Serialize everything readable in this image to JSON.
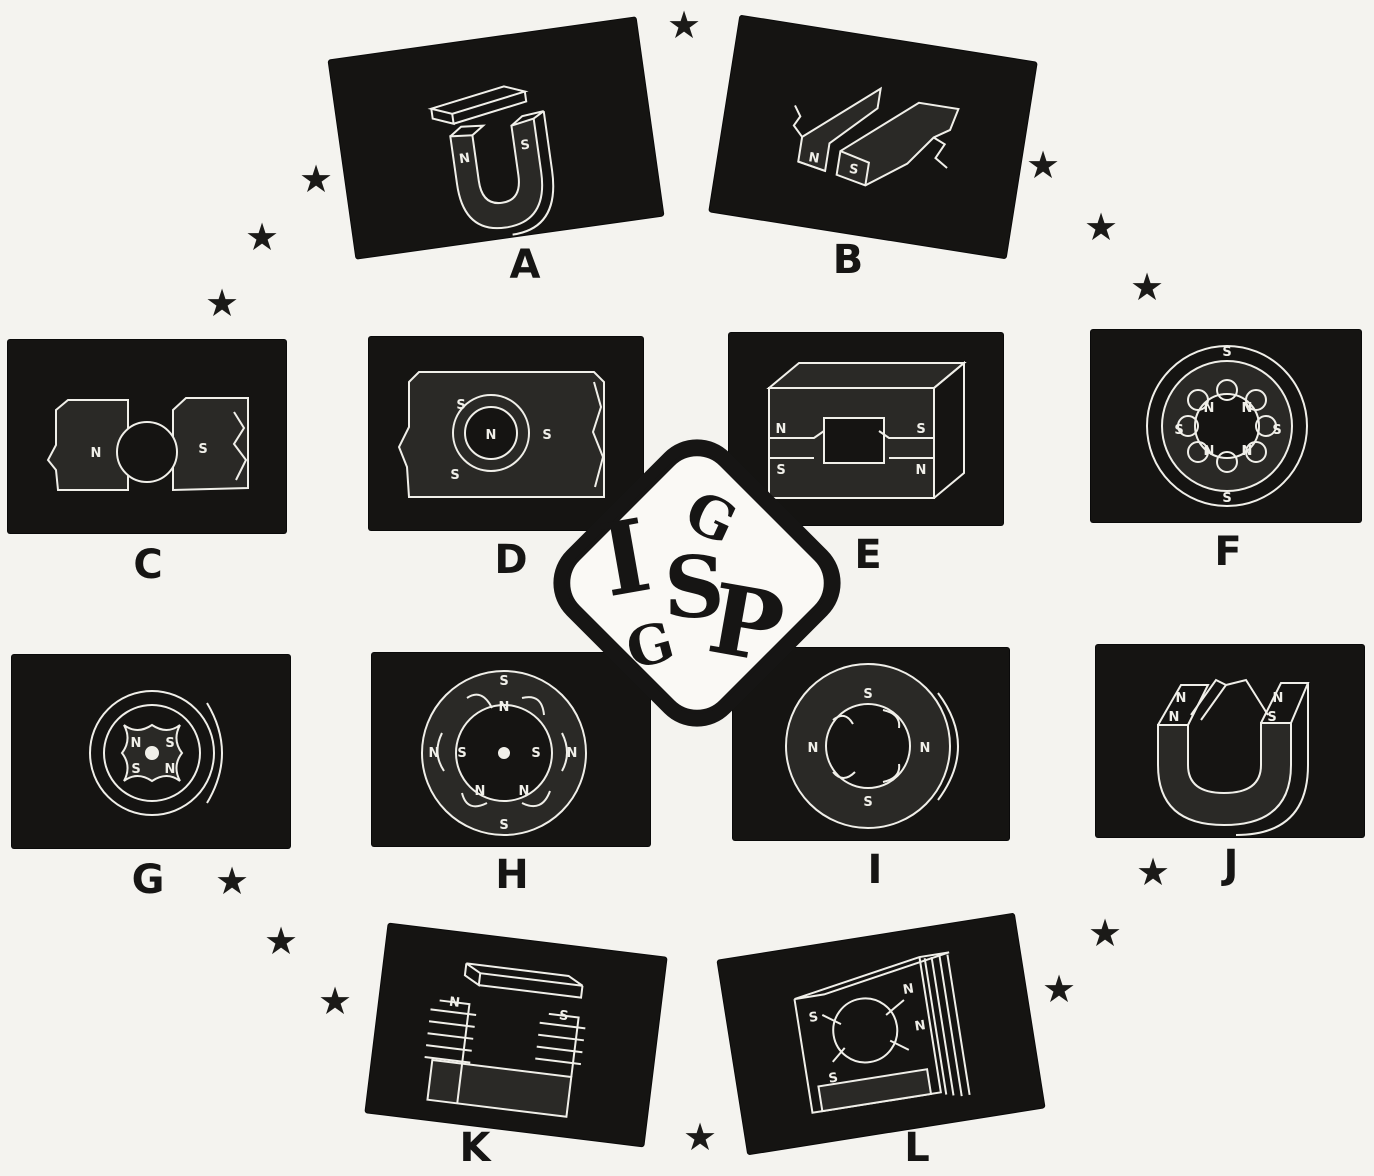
{
  "captions": {
    "a": "A",
    "b": "B",
    "c": "C",
    "d": "D",
    "e": "E",
    "f": "F",
    "g": "G",
    "h": "H",
    "i": "I",
    "j": "J",
    "k": "K",
    "l": "L"
  },
  "pole_labels": {
    "north": "N",
    "south": "S"
  },
  "logo": {
    "letters": [
      "I",
      "S",
      "P",
      "G",
      "G"
    ]
  },
  "star_glyph": "★",
  "colors": {
    "background": "#f4f3ef",
    "panel": "#151412",
    "ink": "#161514",
    "line": "#f0efe9"
  }
}
